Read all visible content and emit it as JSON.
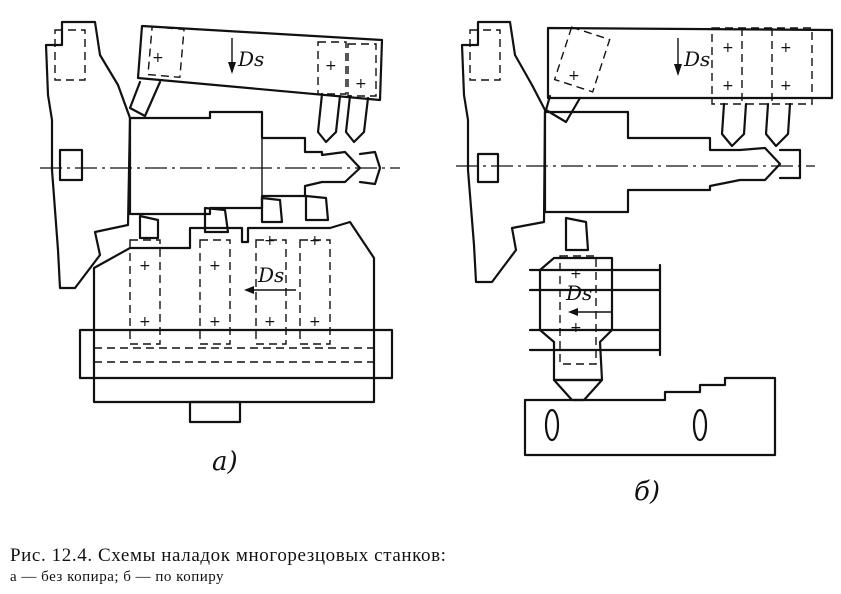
{
  "figure": {
    "panel_a": {
      "label": "a)",
      "feed_top": "Ds",
      "feed_bottom": "Ds"
    },
    "panel_b": {
      "label": "б)",
      "feed_top": "Ds",
      "feed_bottom": "Ds"
    },
    "plus_mark": "+"
  },
  "caption": {
    "line1": "Рис. 12.4. Схемы наладок многорезцовых станков:",
    "line2": "а — без копира; б — по копиру"
  }
}
